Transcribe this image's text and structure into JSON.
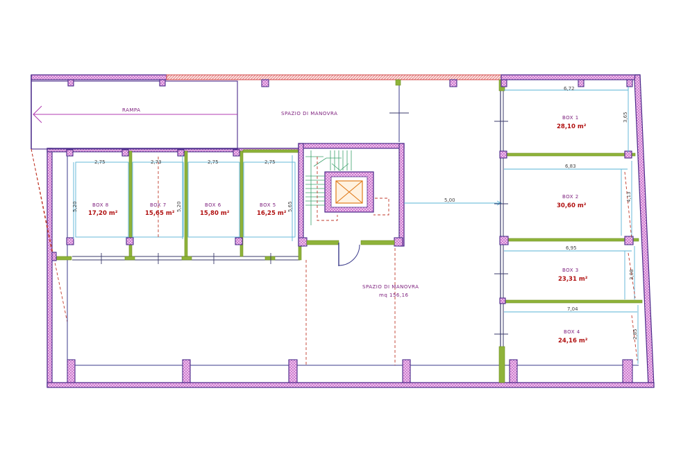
{
  "labels": {
    "rampa": "RAMPA",
    "spazio_top": "SPAZIO DI MANOVRA",
    "spazio_center": "SPAZIO DI MANOVRA",
    "spazio_center_area": "mq 156,16"
  },
  "boxes_left": [
    {
      "name": "BOX 8",
      "area": "17,20 m²",
      "width_dim": "2,75",
      "height_dim": "5,20"
    },
    {
      "name": "BOX 7",
      "area": "15,65 m²",
      "width_dim": "2,73",
      "height_dim": "5,20"
    },
    {
      "name": "BOX 6",
      "area": "15,80 m²",
      "width_dim": "2,75",
      "height_dim": ""
    },
    {
      "name": "BOX 5",
      "area": "16,25 m²",
      "width_dim": "2,75",
      "height_dim": "5,65"
    }
  ],
  "boxes_right": [
    {
      "name": "BOX 1",
      "area": "28,10 m²",
      "width_dim": "6,72",
      "height_dim": "3,65"
    },
    {
      "name": "BOX 2",
      "area": "30,60 m²",
      "width_dim": "6,83",
      "height_dim": "4,13"
    },
    {
      "name": "BOX 3",
      "area": "23,31 m²",
      "width_dim": "6,95",
      "height_dim": "3,08"
    },
    {
      "name": "BOX 4",
      "area": "24,16 m²",
      "width_dim": "7,04",
      "height_dim": "2,85"
    }
  ],
  "center_dim": "5,00",
  "colors": {
    "wall_outline": "#4b2a8a",
    "hatch": "#c86ac8",
    "partition": "#8fb33a",
    "dimension": "#57b3d6",
    "area_text": "#b01010",
    "label_text": "#7a1a7a",
    "dashed": "#c0392b"
  }
}
